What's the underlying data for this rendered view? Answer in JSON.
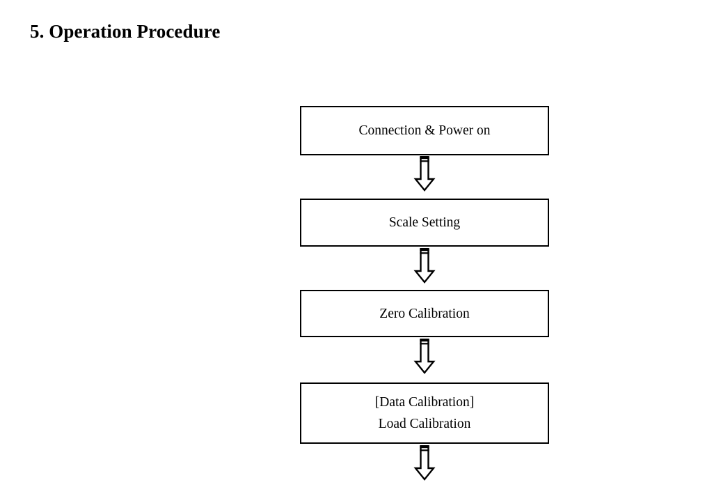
{
  "page": {
    "background_color": "#ffffff",
    "text_color": "#000000"
  },
  "heading": {
    "number": "5.",
    "text": "5. Operation Procedure"
  },
  "flowchart": {
    "orientation": "vertical",
    "stroke_color": "#000000",
    "fill_color": "#ffffff",
    "nodes": [
      {
        "id": "connection-power-on",
        "label": "Connection & Power on"
      },
      {
        "id": "scale-setting",
        "label": "Scale Setting"
      },
      {
        "id": "zero-calibration",
        "label": "Zero Calibration"
      },
      {
        "id": "load-calibration",
        "label": "[Data Calibration]\nLoad Calibration"
      }
    ],
    "arrows": [
      {
        "id": "arrow-1",
        "icon": "block-arrow-down-icon",
        "from": "connection-power-on",
        "to": "scale-setting"
      },
      {
        "id": "arrow-2",
        "icon": "block-arrow-down-icon",
        "from": "scale-setting",
        "to": "zero-calibration"
      },
      {
        "id": "arrow-3",
        "icon": "block-arrow-down-icon",
        "from": "zero-calibration",
        "to": "load-calibration"
      },
      {
        "id": "arrow-4",
        "icon": "block-arrow-down-icon",
        "from": "load-calibration",
        "to": ""
      }
    ]
  }
}
